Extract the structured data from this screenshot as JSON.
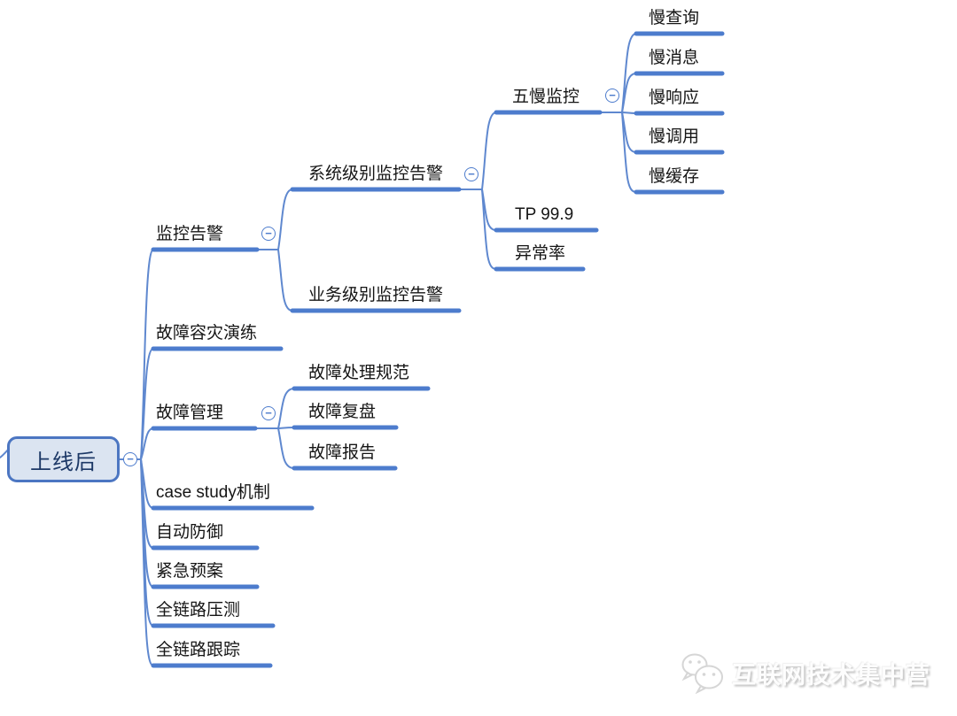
{
  "mindmap": {
    "collapse_glyph": "−",
    "root": {
      "label": "上线后",
      "children": {
        "monitoring": {
          "label": "监控告警",
          "children": {
            "system_monitoring": {
              "label": "系统级别监控告警",
              "children": {
                "five_slow": {
                  "label": "五慢监控",
                  "children": {
                    "slow_query": {
                      "label": "慢查询"
                    },
                    "slow_message": {
                      "label": "慢消息"
                    },
                    "slow_response": {
                      "label": "慢响应"
                    },
                    "slow_call": {
                      "label": "慢调用"
                    },
                    "slow_cache": {
                      "label": "慢缓存"
                    }
                  }
                },
                "tp999": {
                  "label": "TP 99.9"
                },
                "error_rate": {
                  "label": "异常率"
                }
              }
            },
            "business_monitoring": {
              "label": "业务级别监控告警"
            }
          }
        },
        "disaster_drill": {
          "label": "故障容灾演练"
        },
        "fault_management": {
          "label": "故障管理",
          "children": {
            "fault_handling_spec": {
              "label": "故障处理规范"
            },
            "fault_review": {
              "label": "故障复盘"
            },
            "fault_report": {
              "label": "故障报告"
            }
          }
        },
        "case_study": {
          "label": "case study机制"
        },
        "auto_defense": {
          "label": "自动防御"
        },
        "emergency_plan": {
          "label": "紧急预案"
        },
        "full_link_stress": {
          "label": "全链路压测"
        },
        "full_link_trace": {
          "label": "全链路跟踪"
        }
      }
    }
  },
  "colors": {
    "branch_thick": "#4d7ccd",
    "branch_thin": "#5f88cf",
    "root_fill": "#dbe4f1",
    "root_border": "#4c76c2",
    "root_text": "#1c3866",
    "topic_text": "#151515"
  },
  "watermark": {
    "icon": "wechat-icon",
    "text": "互联网技术集中营"
  }
}
